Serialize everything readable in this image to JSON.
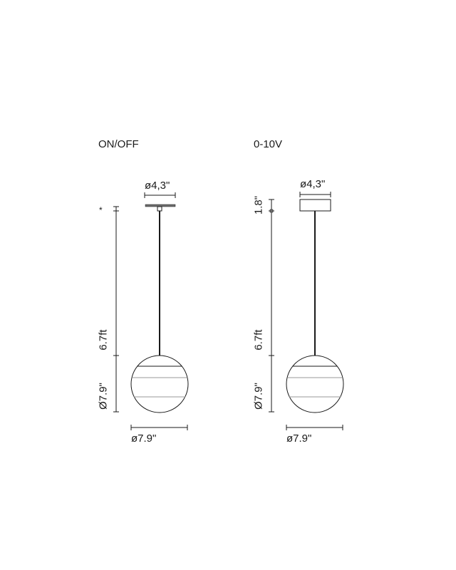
{
  "variants": [
    {
      "title": "ON/OFF",
      "canopy_diameter": "ø4,3\"",
      "asterisk": "*",
      "cable_length": "6.7ft",
      "globe_height": "Ø7.9\"",
      "globe_diameter": "ø7.9\""
    },
    {
      "title": "0-10V",
      "canopy_diameter": "ø4,3\"",
      "canopy_height": "1.8\"",
      "cable_length": "6.7ft",
      "globe_height": "Ø7.9\"",
      "globe_diameter": "ø7.9\""
    }
  ],
  "colors": {
    "line": "#1a1a1a",
    "band": "#9a9a9a",
    "canopy_fill": "#6e6e6e"
  }
}
